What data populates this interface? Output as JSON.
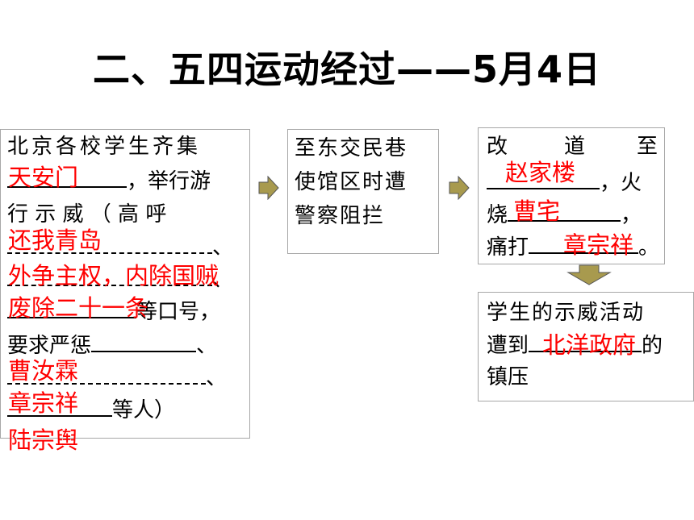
{
  "title": "二、五四运动经过——5月4日",
  "box1": {
    "line1": "北京各校学生齐集",
    "line2_suffix": "，举行游",
    "line3": "行 示 威 （ 高 呼",
    "line4_suffix": "、",
    "line5_suffix": "、",
    "line6_suffix": "等口号，",
    "line7_prefix": "要求严惩",
    "line7_suffix": "、",
    "line8_suffix": "、",
    "line9_suffix": "等人）"
  },
  "box2": {
    "line1": "至东交民巷",
    "line2": "使馆区时遭",
    "line3": "警察阻拦"
  },
  "box3": {
    "w1": "改",
    "w2": "道",
    "w3": "至",
    "line2_suffix": "，火",
    "line3_prefix": "烧",
    "line3_suffix": "，",
    "line4_prefix": "痛打",
    "line4_suffix": "。"
  },
  "box4": {
    "line1": "学生的示威活动",
    "line2_prefix": "遭到",
    "line2_suffix": "的",
    "line3": "镇压"
  },
  "answers": {
    "tiananmen": "天安门",
    "huanwoqingdao": "还我青岛",
    "waizheng": "外争主权，内除国贼",
    "feichu": "废除二十一条",
    "caorulin": "曹汝霖",
    "zhangzongxiang1": "章宗祥",
    "luzongyu": "陆宗舆",
    "zhaojialou": "赵家楼",
    "caozhai": "曹宅",
    "zhangzongxiang2": "章宗祥",
    "beiyang": "北洋政府"
  },
  "colors": {
    "answer": "#ff0000",
    "border": "#a7a7a7",
    "arrow_fill": "#a89a4e"
  }
}
